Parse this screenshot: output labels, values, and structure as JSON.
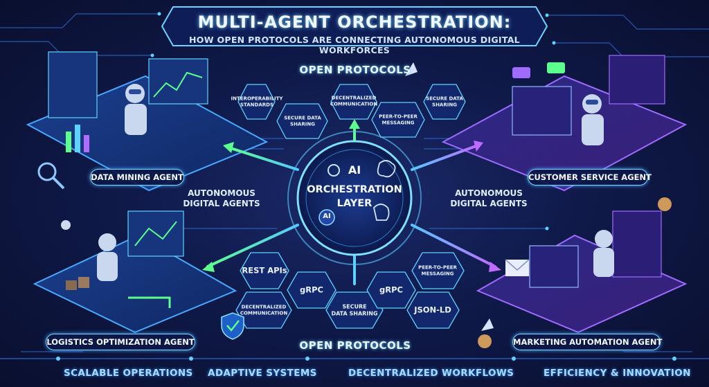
{
  "title": {
    "main": "MULTI-AGENT ORCHESTRATION:",
    "subtitle": "HOW OPEN PROTOCOLS ARE CONNECTING AUTONOMOUS DIGITAL WORKFORCES"
  },
  "top_protocols": {
    "heading": "OPEN PROTOCOLS",
    "items": [
      "INTEROPERABILITY\nSTANDARDS",
      "DECENTRALIZED\nCOMMUNICATION",
      "SECURE DATA\nSHARING",
      "SECURE DATA\nSHARING",
      "PEER-TO-PEER\nMESSAGING"
    ]
  },
  "core": {
    "badge_top": "AI",
    "line1": "ORCHESTRATION",
    "line2": "LAYER",
    "badge_bottom": "AI"
  },
  "side_labels": {
    "left": "AUTONOMOUS\nDIGITAL AGENTS",
    "right": "AUTONOMOUS\nDIGITAL AGENTS"
  },
  "agents": {
    "data_mining": "DATA MINING AGENT",
    "customer_service": "CUSTOMER SERVICE AGENT",
    "logistics": "LOGISTICS OPTIMIZATION AGENT",
    "marketing": "MARKETING AUTOMATION AGENT"
  },
  "bottom_protocols": {
    "heading": "OPEN PROTOCOLS",
    "items": [
      "REST APIs",
      "gRPC",
      "DECENTRALIZED\nCOMMUNICATION",
      "SECURE\nDATA SHARING",
      "gRPC",
      "PEER-TO-PEER\nMESSAGING",
      "JSON-LD"
    ]
  },
  "footer": [
    "SCALABLE OPERATIONS",
    "ADAPTIVE SYSTEMS",
    "DECENTRALIZED WORKFLOWS",
    "EFFICIENCY & INNOVATION"
  ],
  "colors": {
    "background": "#0f1a4a",
    "accent_cyan": "#5fd3ff",
    "accent_purple": "#b06bff",
    "accent_green": "#5cff8e"
  }
}
